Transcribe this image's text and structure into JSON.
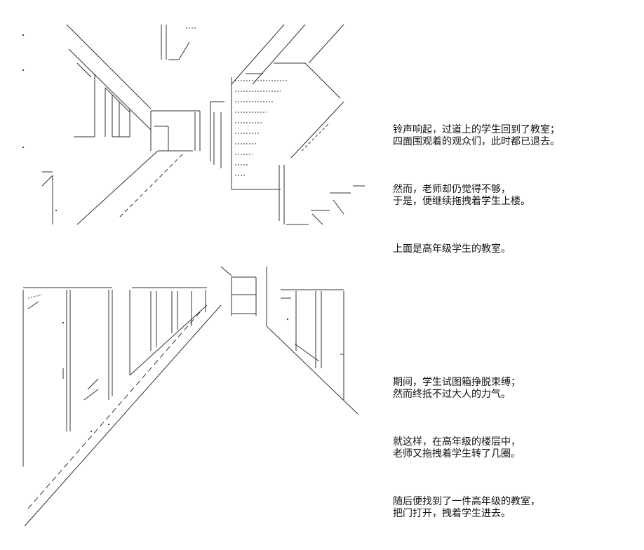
{
  "panels": [
    {
      "paragraphs": [
        "铃声响起，过道上的学生回到了教室；\n四面围观着的观众们，此时都已退去。",
        "然而，老师却仍觉得不够，\n于是，便继续拖拽着学生上楼。",
        "上面是高年级学生的教室。"
      ]
    },
    {
      "paragraphs": [
        "期间，学生试图箱挣脱束缚；\n然而终抵不过大人的力气。",
        "就这样，在高年级的楼层中，\n老师又拖拽着学生转了几圈。",
        "随后便找到了一件高年级的教室，\n把门打开，拽着学生进去。"
      ]
    }
  ]
}
